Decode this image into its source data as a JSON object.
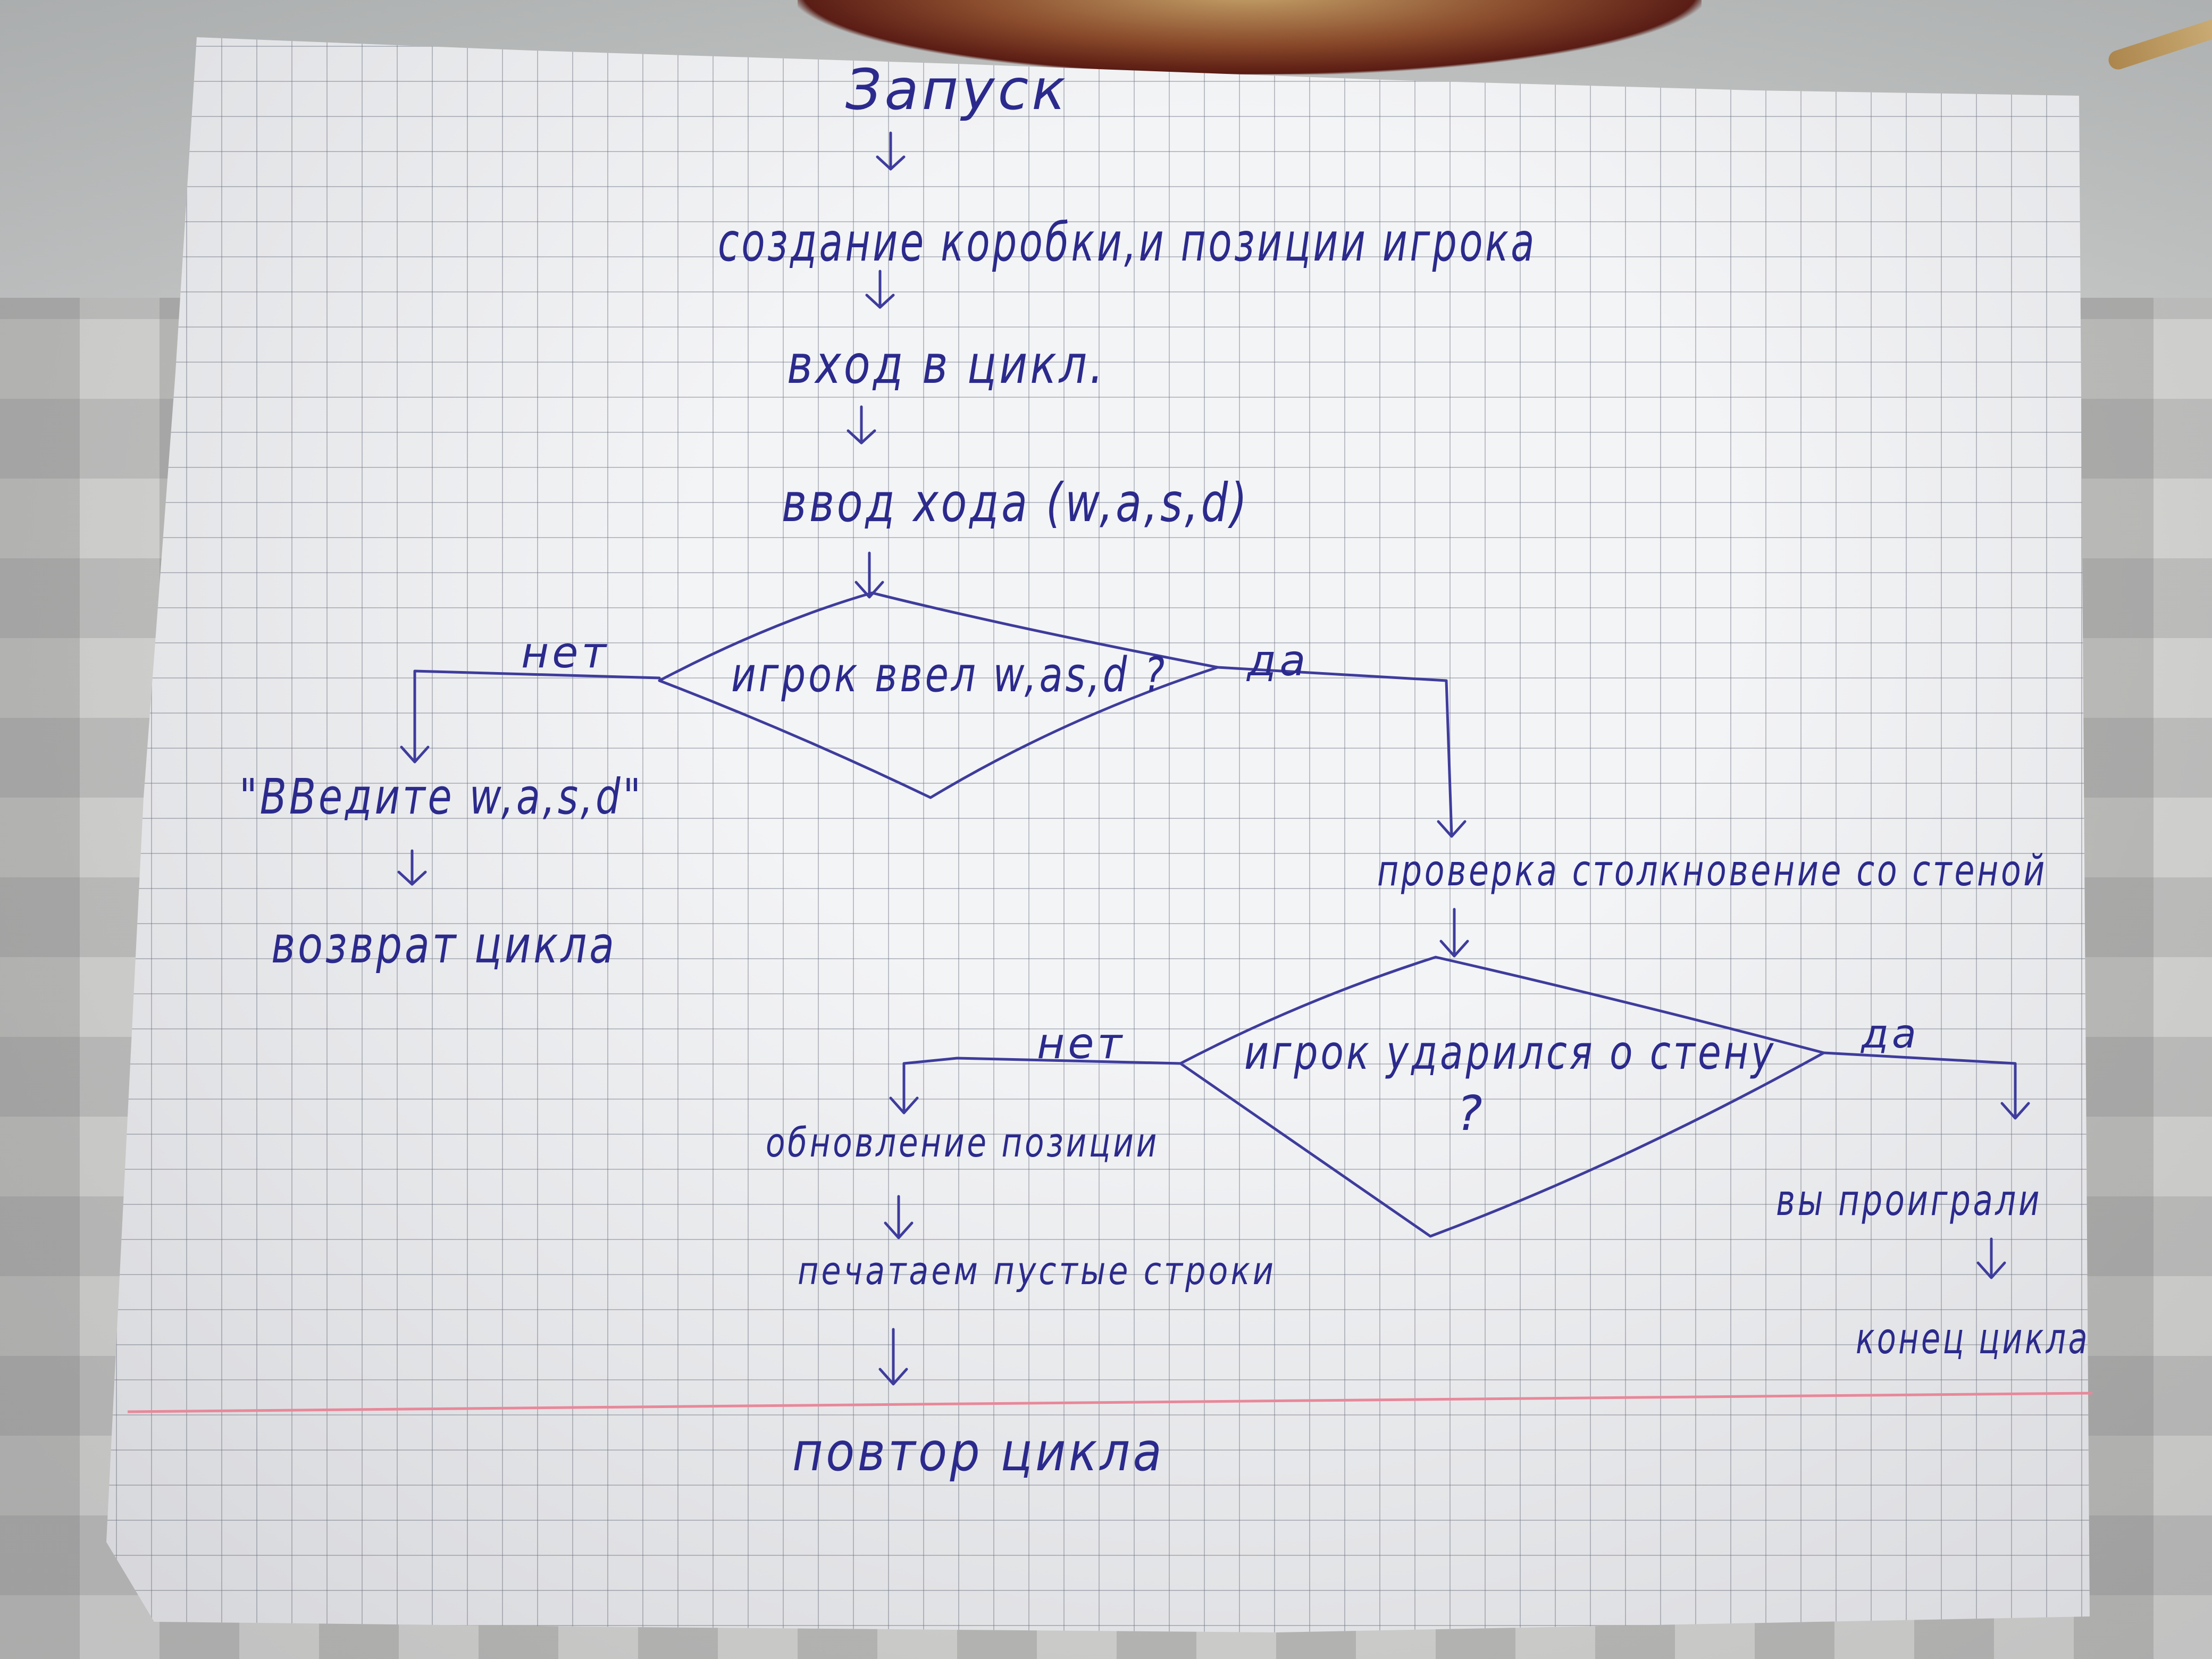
{
  "nodes": {
    "start": "Запуск",
    "create_box": "создание коробки,и позиции игрока",
    "enter_loop": "вход в цикл.",
    "input_move": "ввод хода (w,a,s,d)",
    "decision_input": "игрок ввел w,as,d ?",
    "prompt_enter": "\"ВВедите w,a,s,d\"",
    "loop_return": "возврат цикла",
    "check_collision": "проверка столкновение со стеной",
    "decision_wall_line1": "игрок ударился о стену",
    "decision_wall_line2": "?",
    "update_position": "обновление позиции",
    "print_lines": "печатаем пустые строки",
    "repeat_loop": "повтор цикла",
    "you_lost": "вы проиграли",
    "end_loop": "конец цикла"
  },
  "edge_labels": {
    "input_no": "нет",
    "input_yes": "да",
    "wall_no": "нет",
    "wall_yes": "да"
  },
  "colors": {
    "ink": "#2b2a8c",
    "grid": "#6e7382",
    "margin_line": "#e8889a",
    "paper": "#f3f4f6"
  }
}
